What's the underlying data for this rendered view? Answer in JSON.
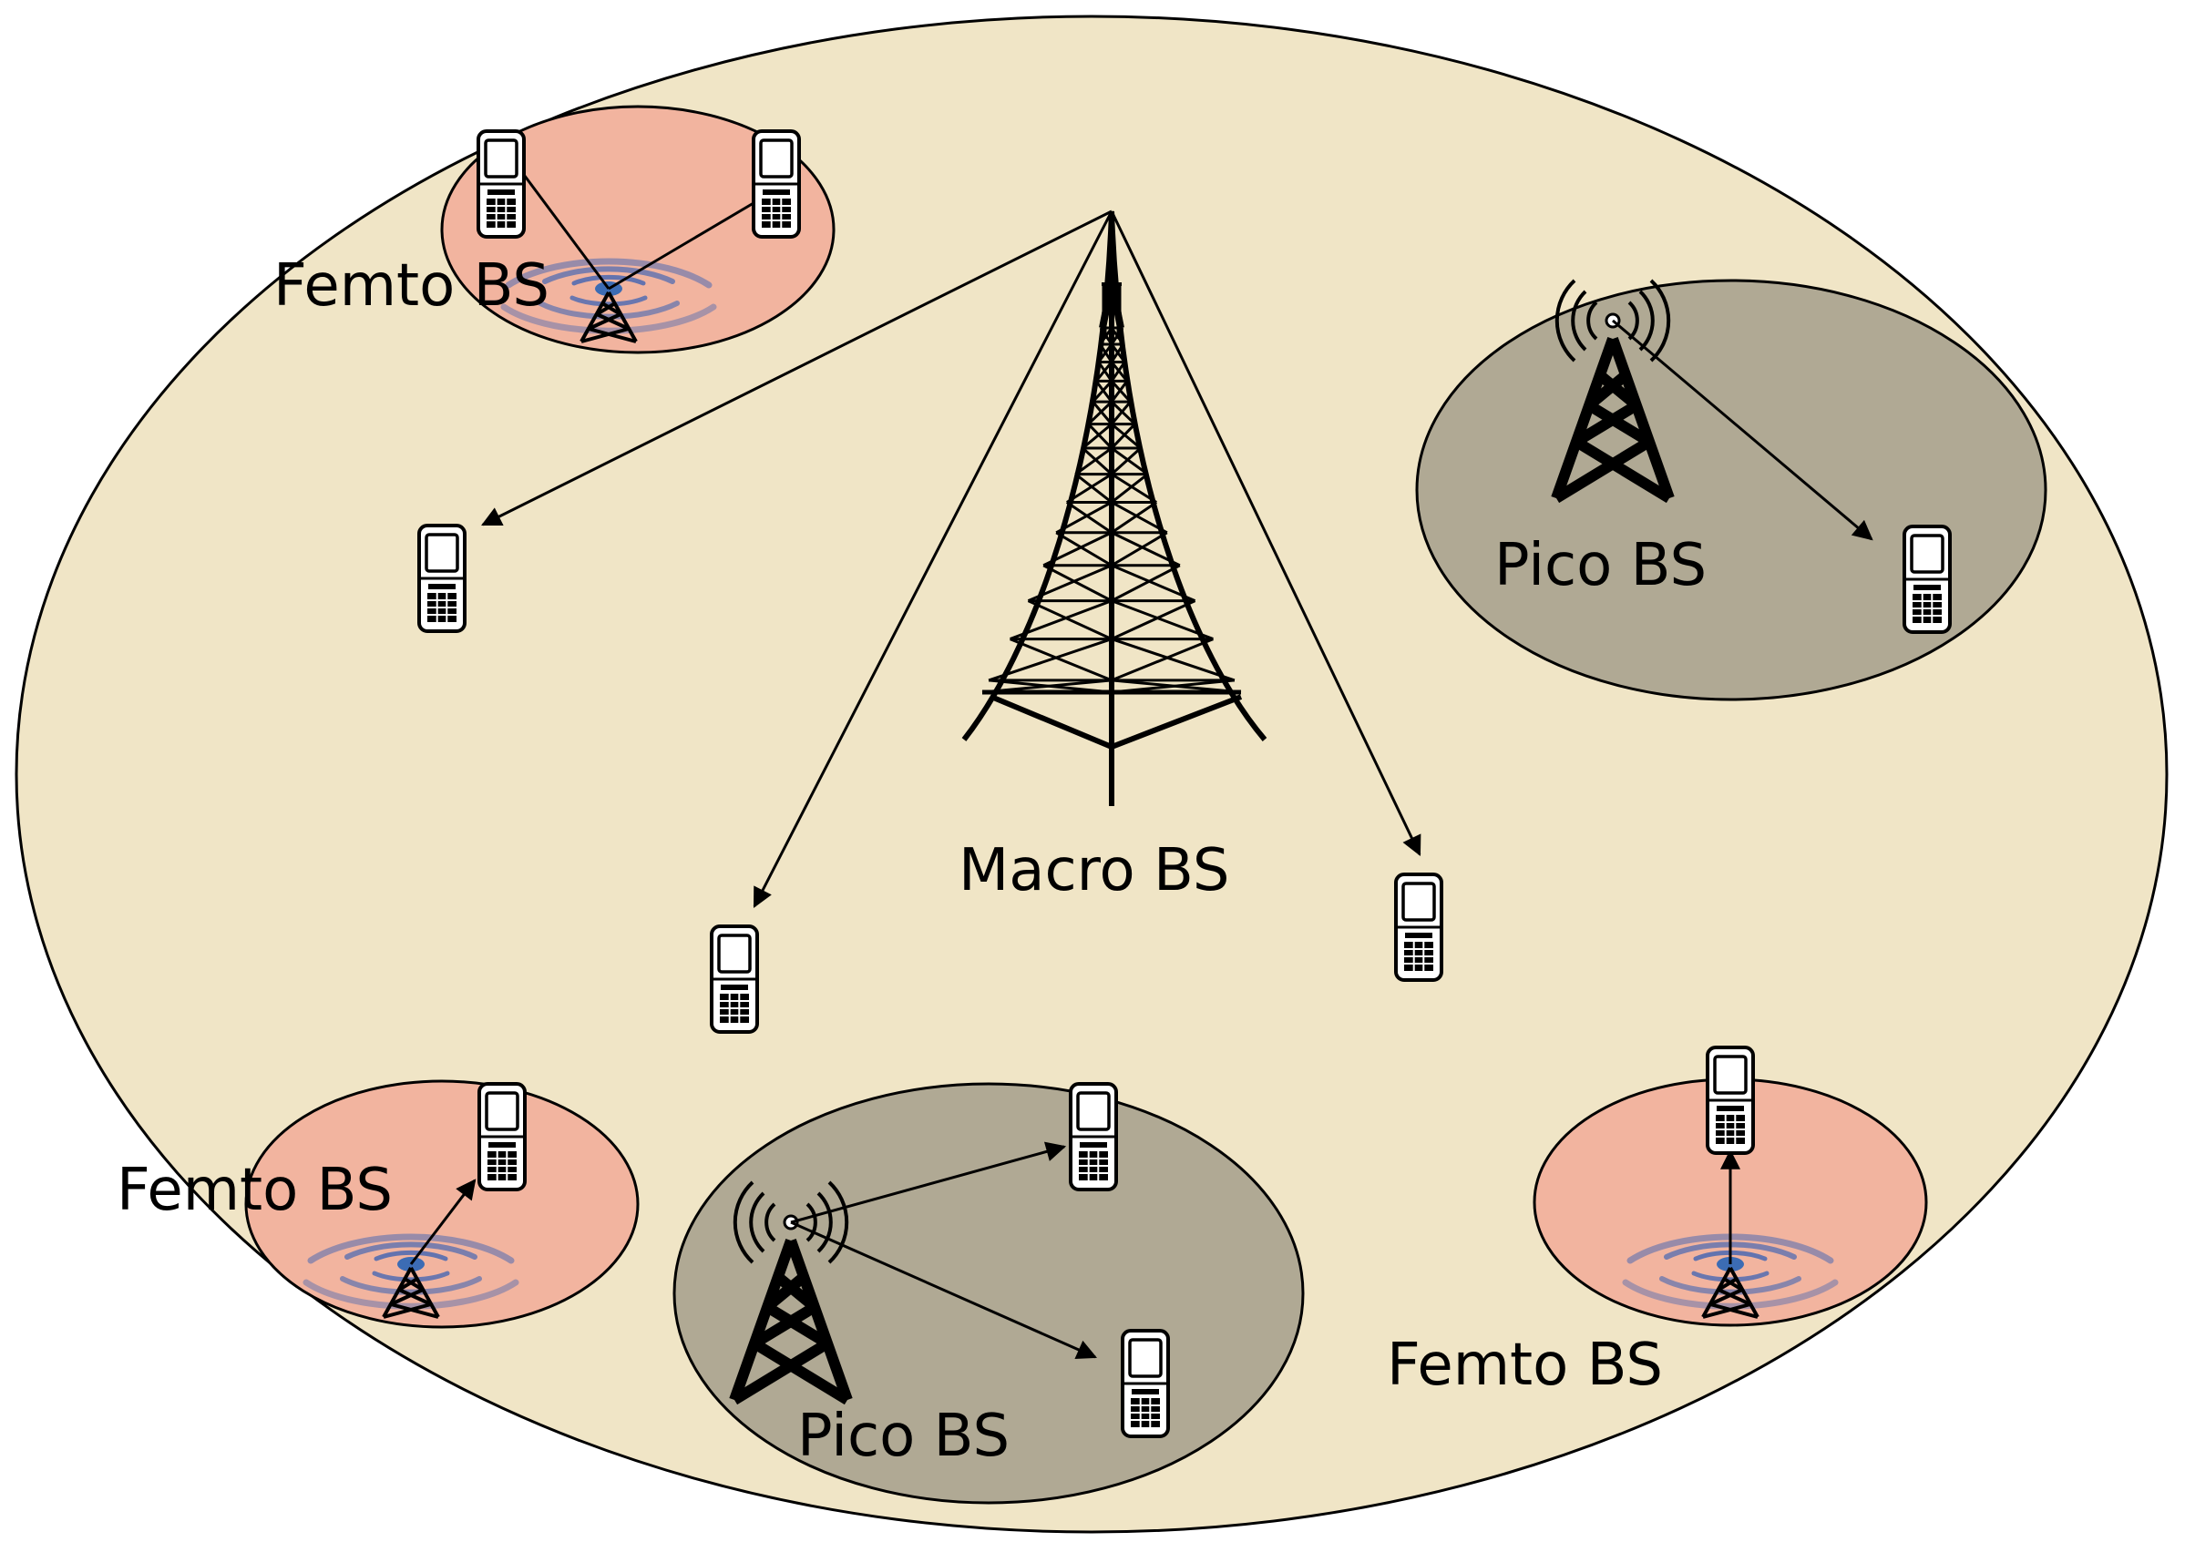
{
  "labels": {
    "macro": "Macro BS",
    "pico_right": "Pico BS",
    "pico_bottom": "Pico BS",
    "femto_top": "Femto BS",
    "femto_left": "Femto BS",
    "femto_right": "Femto BS"
  },
  "colors": {
    "macro_cell": "#F0E5C6",
    "femto_cell": "#F2B49F",
    "pico_cell": "#B0A994",
    "signal_wave": "#5B70B0",
    "antenna_dot": "#3C6CB4",
    "outline": "#000000"
  },
  "icons": {
    "tower": "lattice-tower-icon",
    "pico": "pico-antenna-icon",
    "femto": "femto-antenna-icon",
    "phone": "mobile-phone-icon"
  }
}
